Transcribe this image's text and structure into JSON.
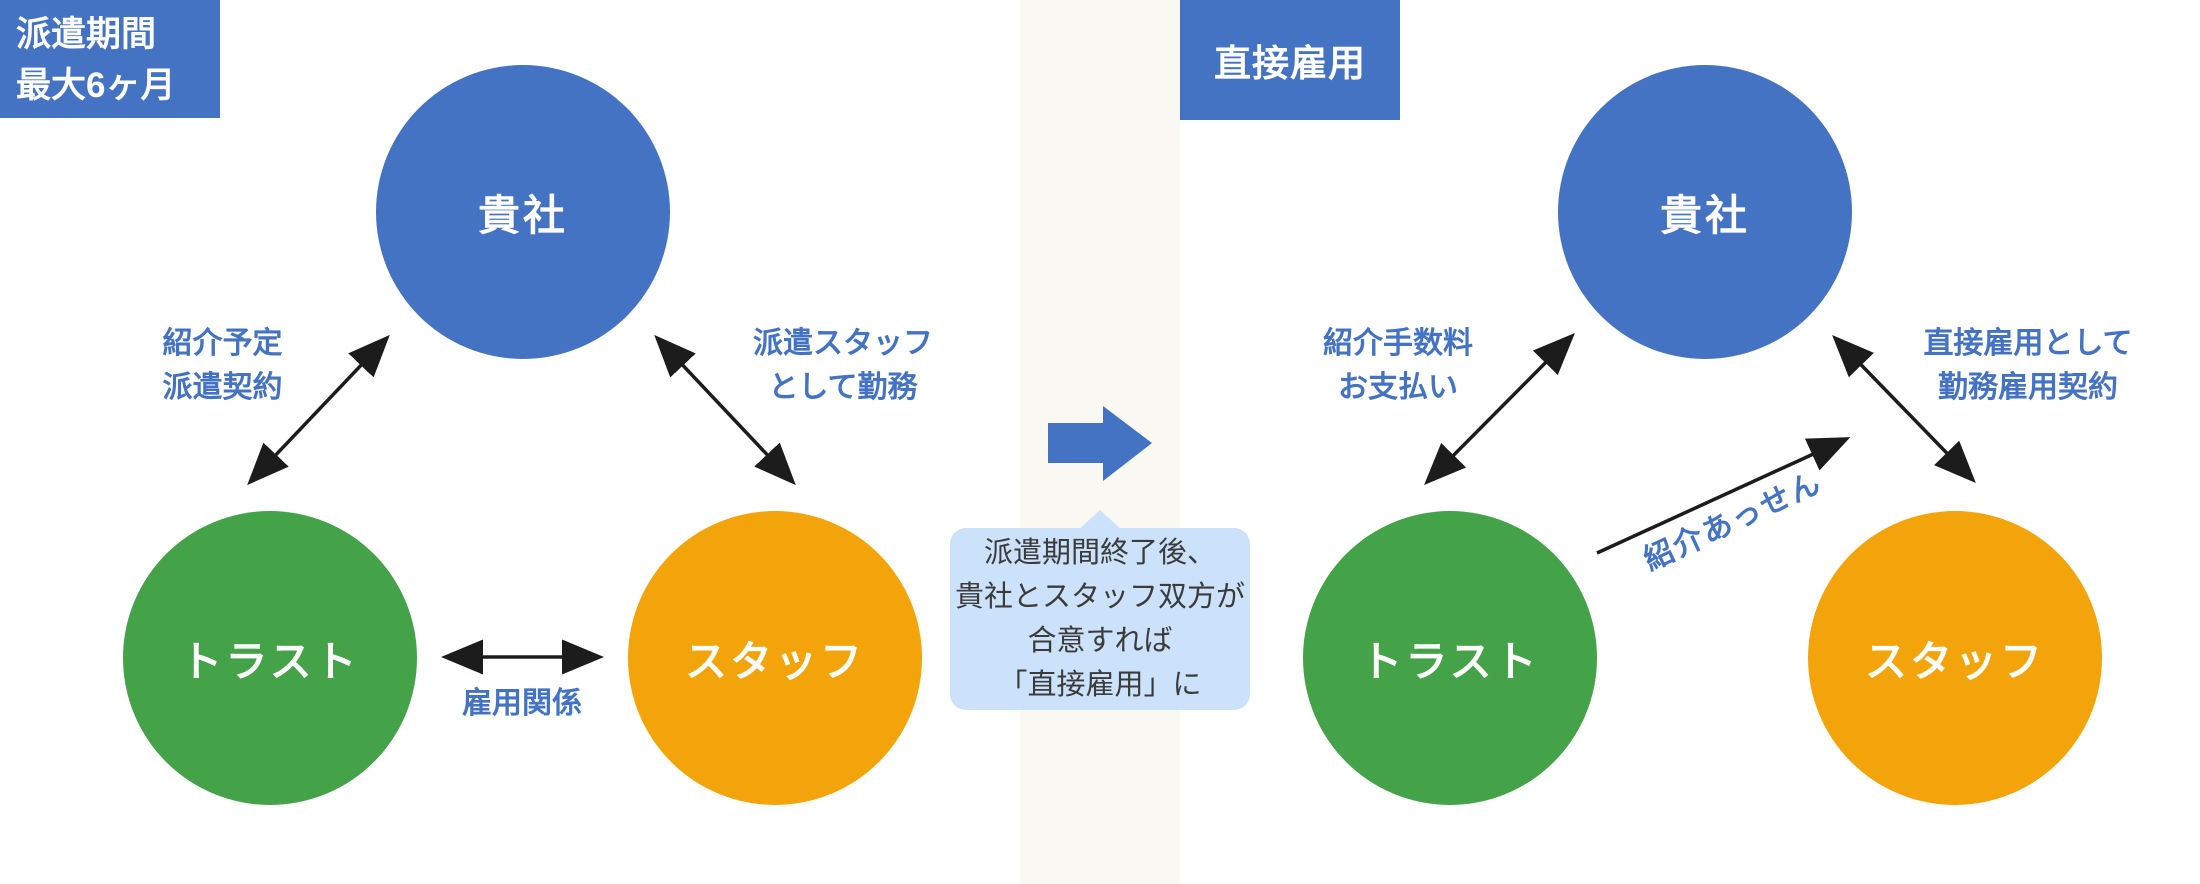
{
  "colors": {
    "node_blue": "#4573C4",
    "node_green": "#44A348",
    "node_orange": "#F3A40A",
    "label_blue": "#4573C4",
    "bubble_bg": "#CBE2FA",
    "bubble_text": "#3B3B3B",
    "mid_band_bg": "#FAF8F2",
    "arrow_black": "#1C1C1C",
    "badge_bg": "#4573C4"
  },
  "left_diagram": {
    "badge": {
      "line1": "派遣期間",
      "line2": "最大6ヶ月"
    },
    "nodes": {
      "top": "貴社",
      "bottom_left": "トラスト",
      "bottom_right": "スタッフ"
    },
    "edge_labels": {
      "top_left": {
        "line1": "紹介予定",
        "line2": "派遣契約"
      },
      "top_right": {
        "line1": "派遣スタッフ",
        "line2": "として勤務"
      },
      "bottom": "雇用関係"
    }
  },
  "transition": {
    "note": {
      "line1": "派遣期間終了後、",
      "line2": "貴社とスタッフ双方が",
      "line3": "合意すれば",
      "line4": "「直接雇用」に"
    }
  },
  "right_diagram": {
    "badge": "直接雇用",
    "nodes": {
      "top": "貴社",
      "bottom_left": "トラスト",
      "bottom_right": "スタッフ"
    },
    "edge_labels": {
      "top_left": {
        "line1": "紹介手数料",
        "line2": "お支払い"
      },
      "top_right": {
        "line1": "直接雇用として",
        "line2": "勤務雇用契約"
      },
      "diagonal": "紹介あっせん"
    }
  }
}
